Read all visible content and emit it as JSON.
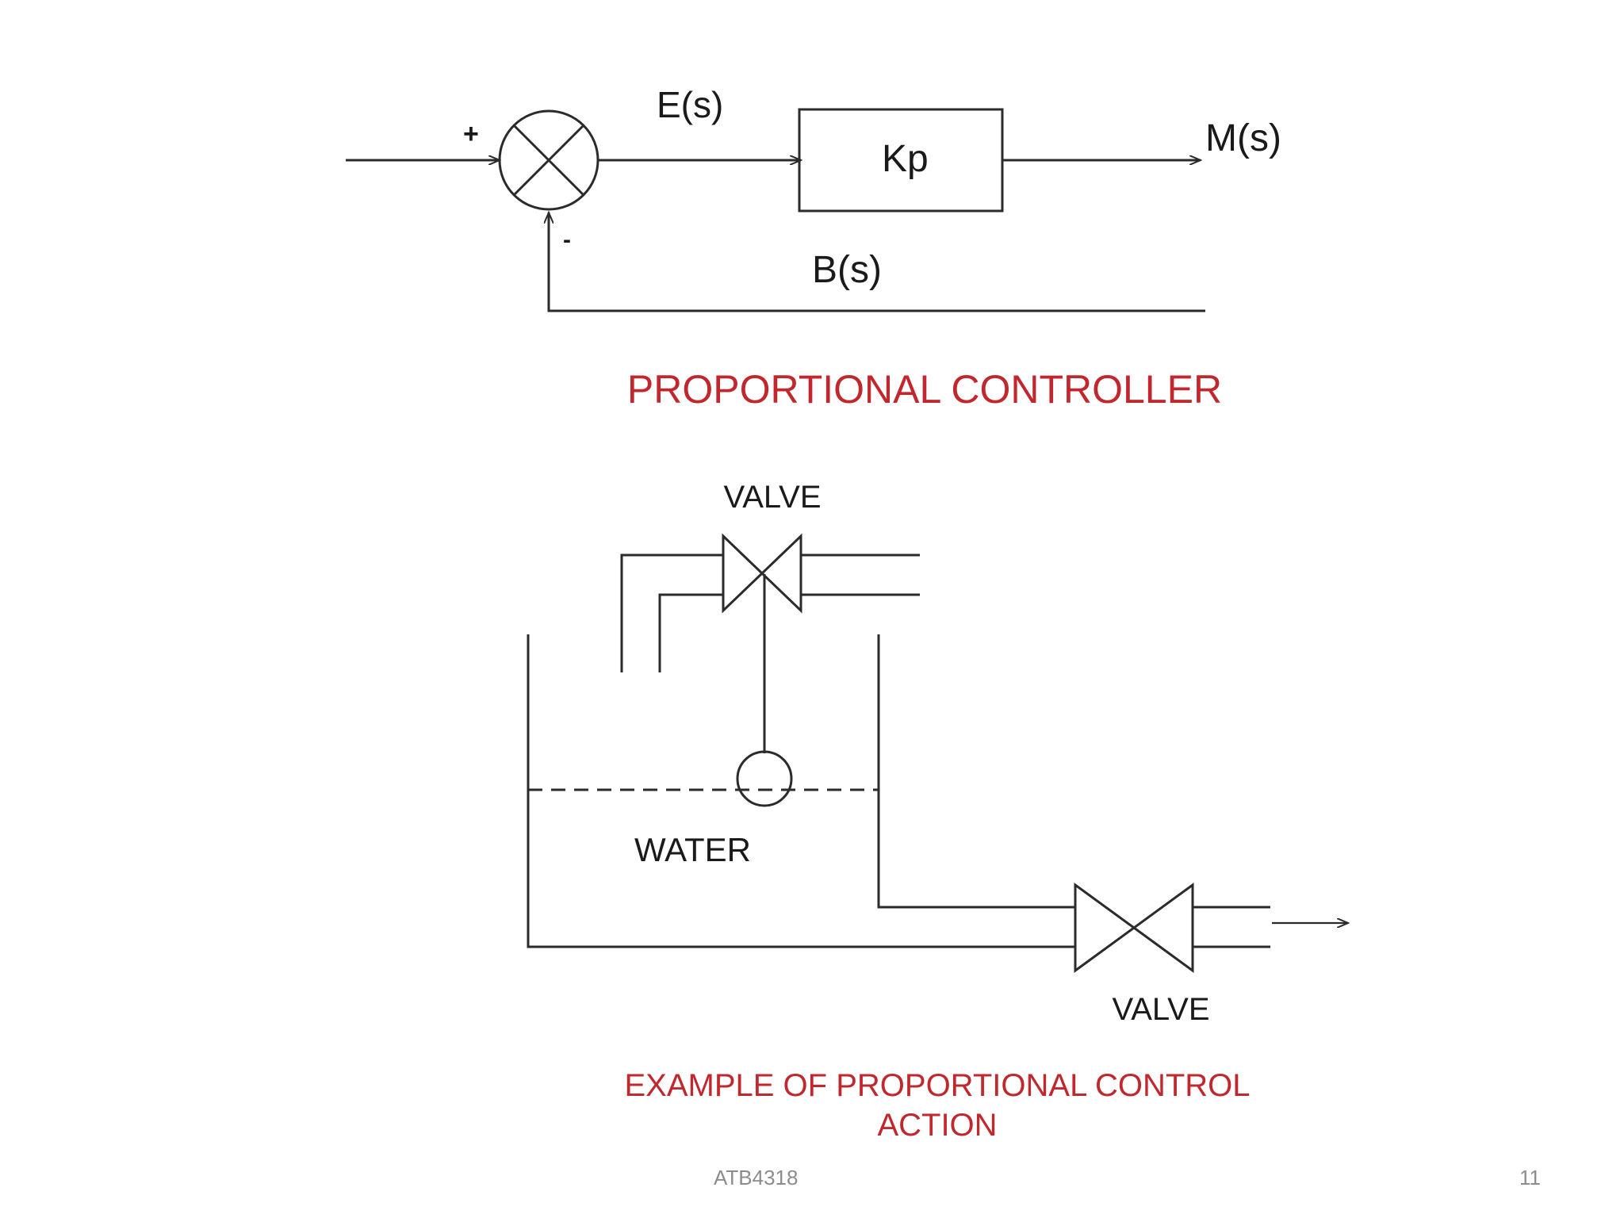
{
  "block_diagram": {
    "plus_sign": "+",
    "minus_sign": "-",
    "error_label": "E(s)",
    "gain_label": "Kp",
    "output_label": "M(s)",
    "feedback_label": "B(s)",
    "caption": "PROPORTIONAL CONTROLLER"
  },
  "tank_diagram": {
    "inlet_valve_label": "VALVE",
    "water_label": "WATER",
    "outlet_valve_label": "VALVE",
    "caption_line1": "EXAMPLE OF PROPORTIONAL CONTROL",
    "caption_line2": "ACTION"
  },
  "footer": {
    "course_code": "ATB4318",
    "page_number": "11"
  },
  "colors": {
    "caption": "#c0282e",
    "lines": "#2b2b2b",
    "footer_text": "#8c8c8c"
  }
}
